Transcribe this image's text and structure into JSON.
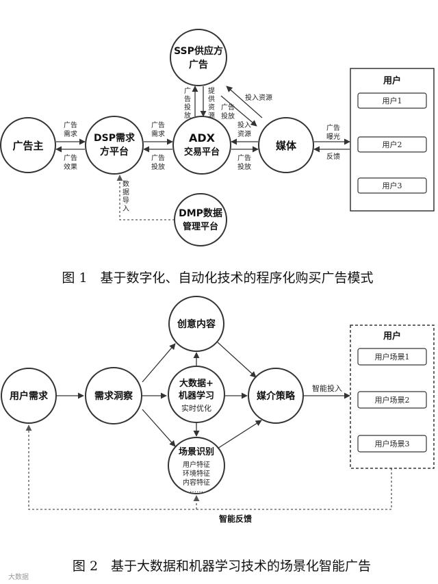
{
  "figure1": {
    "nodes": {
      "advertiser": "广告主",
      "dsp": [
        "DSP需求",
        "方平台"
      ],
      "ssp": [
        "SSP供应方",
        "广告"
      ],
      "adx": [
        "ADX",
        "交易平台"
      ],
      "media": "媒体",
      "dmp": [
        "DMP数据",
        "管理平台"
      ]
    },
    "edges": {
      "adv_to_dsp": [
        "广告",
        "需求"
      ],
      "dsp_to_adv": [
        "广告",
        "效果"
      ],
      "dsp_to_adx": [
        "广告",
        "需求"
      ],
      "adx_to_dsp": [
        "广告",
        "投放"
      ],
      "adx_to_ssp": [
        "广告",
        "投放"
      ],
      "ssp_to_adx": [
        "提供",
        "资源"
      ],
      "ssp_media_top": "投入资源",
      "ssp_media_side": [
        "广告",
        "投放"
      ],
      "media_to_adx": [
        "投入",
        "资源"
      ],
      "adx_to_media": [
        "广告",
        "投放"
      ],
      "media_to_users": [
        "广告",
        "曝光"
      ],
      "users_to_media": "反馈",
      "dmp_to_dsp": [
        "数",
        "据",
        "导",
        "入"
      ]
    },
    "users_box": {
      "title": "用户",
      "items": [
        "用户1",
        "用户2",
        "用户3"
      ]
    },
    "caption": "图 1　基于数字化、自动化技术的程序化购买广告模式"
  },
  "figure2": {
    "nodes": {
      "user_needs": "用户需求",
      "insight": "需求洞察",
      "creative": "创意内容",
      "bigdata": [
        "大数据+",
        "机器学习"
      ],
      "realtime": "实时优化",
      "media_strategy": "媒介策略",
      "scene": "场景识别",
      "scene_features": [
        "用户特征",
        "环境特征",
        "内容特征",
        "……"
      ]
    },
    "edges": {
      "smart_delivery": "智能投入",
      "smart_feedback": "智能反馈"
    },
    "users_box": {
      "title": "用户",
      "items": [
        "用户场景1",
        "用户场景2",
        "用户场景3"
      ]
    },
    "caption": "图 2　基于大数据和机器学习技术的场景化智能广告"
  },
  "watermark": "大数据"
}
